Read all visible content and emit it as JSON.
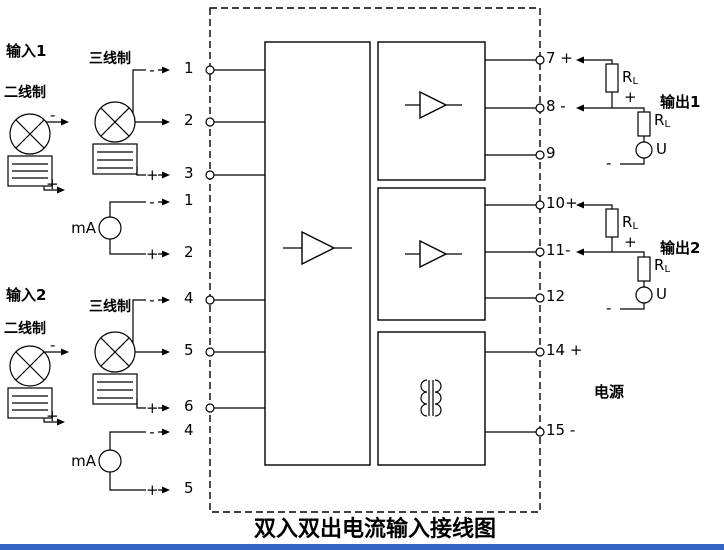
{
  "title": "双入双出电流输入接线图",
  "labels": {
    "input1": "输入1",
    "input2": "输入2",
    "two_wire": "二线制",
    "three_wire": "三线制",
    "output1": "输出1",
    "output2": "输出2",
    "power": "电源",
    "ma": "mA",
    "u": "U",
    "r_main": "R",
    "r_sub": "L",
    "plus": "+",
    "minus": "-"
  },
  "terminals": {
    "left": [
      {
        "sign": "-",
        "num": "1"
      },
      {
        "sign": "",
        "num": "2"
      },
      {
        "sign": "+",
        "num": "3"
      },
      {
        "sign": "-",
        "num": "1"
      },
      {
        "sign": "+",
        "num": "2"
      },
      {
        "sign": "-",
        "num": "4"
      },
      {
        "sign": "",
        "num": "5"
      },
      {
        "sign": "+",
        "num": "6"
      },
      {
        "sign": "-",
        "num": "4"
      },
      {
        "sign": "+",
        "num": "5"
      }
    ],
    "right": [
      "7 +",
      "8 -",
      "9",
      "10+",
      "11-",
      "12",
      "14 +",
      "15 -"
    ]
  }
}
